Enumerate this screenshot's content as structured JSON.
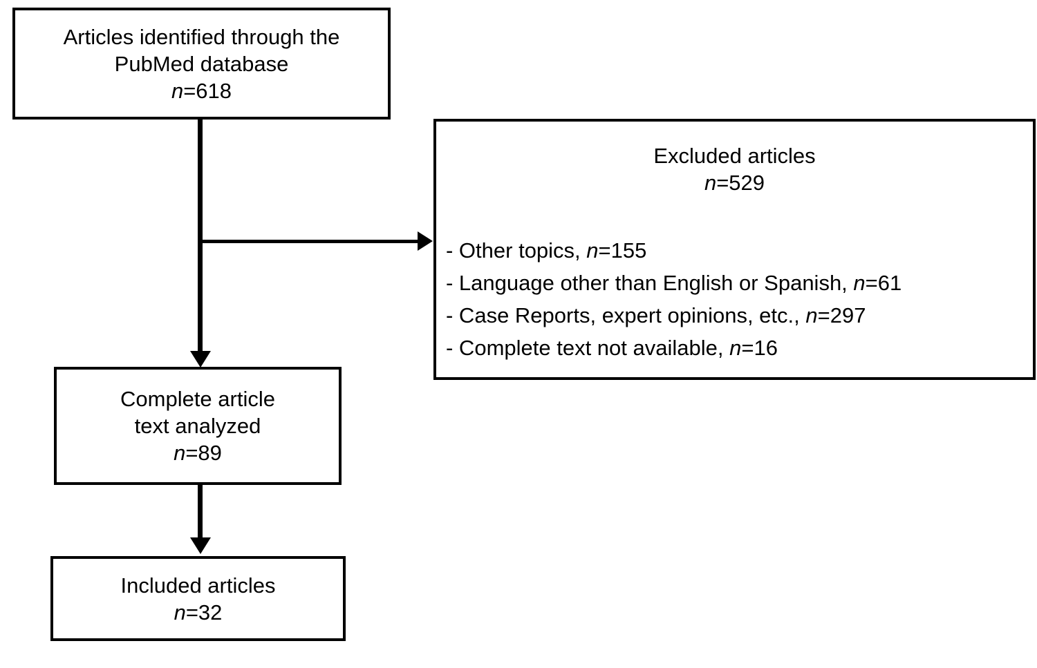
{
  "diagram": {
    "type": "prisma-flow-diagram",
    "boxes": {
      "identified": {
        "line1": "Articles identified through the",
        "line2": "PubMed database",
        "count_label": "n",
        "count_value": "=618"
      },
      "excluded": {
        "heading_line1": "Excluded articles",
        "heading_count_label": "n",
        "heading_count_value": "=529",
        "reasons": [
          {
            "text": "- Other topics, ",
            "count_label": "n",
            "count_value": "=155"
          },
          {
            "text": "- Language other than English or Spanish, ",
            "count_label": "n",
            "count_value": "=61"
          },
          {
            "text": "- Case Reports, expert opinions, etc., ",
            "count_label": "n",
            "count_value": "=297"
          },
          {
            "text": "- Complete text not available, ",
            "count_label": "n",
            "count_value": "=16"
          }
        ]
      },
      "analyzed": {
        "line1": "Complete article",
        "line2": "text analyzed",
        "count_label": "n",
        "count_value": "=89"
      },
      "included": {
        "line1": "Included articles",
        "count_label": "n",
        "count_value": "=32"
      }
    },
    "colors": {
      "stroke": "#000000",
      "background": "#ffffff",
      "text": "#000000"
    }
  }
}
